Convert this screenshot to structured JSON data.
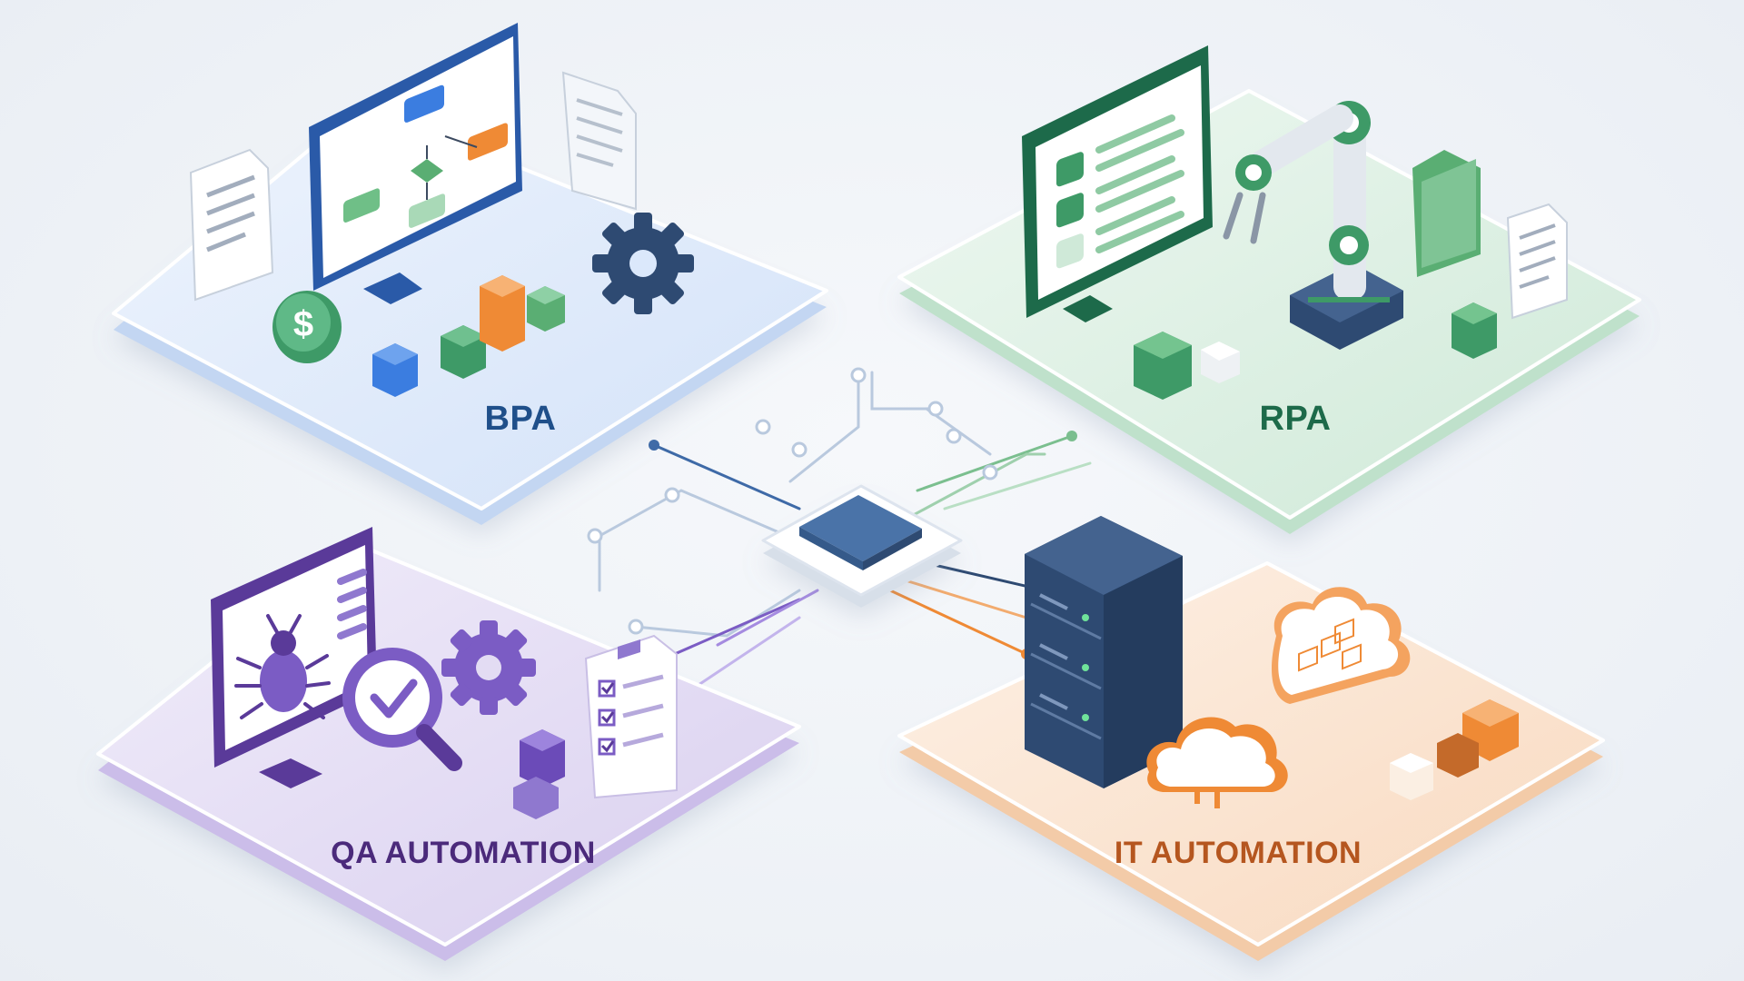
{
  "diagram": {
    "quadrants": [
      {
        "id": "bpa",
        "label": "BPA",
        "color": "#1f4f8a",
        "platform": "#dbe8fb",
        "icons": [
          "workflow-monitor-icon",
          "document-icon",
          "dollar-coin-icon",
          "gear-icon",
          "cube-icon"
        ]
      },
      {
        "id": "rpa",
        "label": "RPA",
        "color": "#1d6a4a",
        "platform": "#d8efe0",
        "icons": [
          "checklist-monitor-icon",
          "robot-arm-icon",
          "folder-icon",
          "document-icon",
          "cube-icon"
        ]
      },
      {
        "id": "qa",
        "label": "QA AUTOMATION",
        "color": "#4b2a7b",
        "platform": "#e3dcf3",
        "icons": [
          "bug-monitor-icon",
          "magnifier-check-icon",
          "gear-icon",
          "clipboard-checklist-icon",
          "cube-icon"
        ]
      },
      {
        "id": "it",
        "label": "IT AUTOMATION",
        "color": "#b5561f",
        "platform": "#fbe3cf",
        "icons": [
          "server-rack-icon",
          "cloud-icon",
          "cloud-blocks-icon",
          "cube-icon"
        ]
      }
    ],
    "hub": {
      "name": "central-hub-chip",
      "color": "#4a73a8"
    },
    "accent_colors": {
      "blue": "#3b6fd0",
      "green": "#5aae73",
      "purple": "#7b5cc4",
      "orange": "#ef8a35",
      "navy": "#2e4a72"
    }
  }
}
